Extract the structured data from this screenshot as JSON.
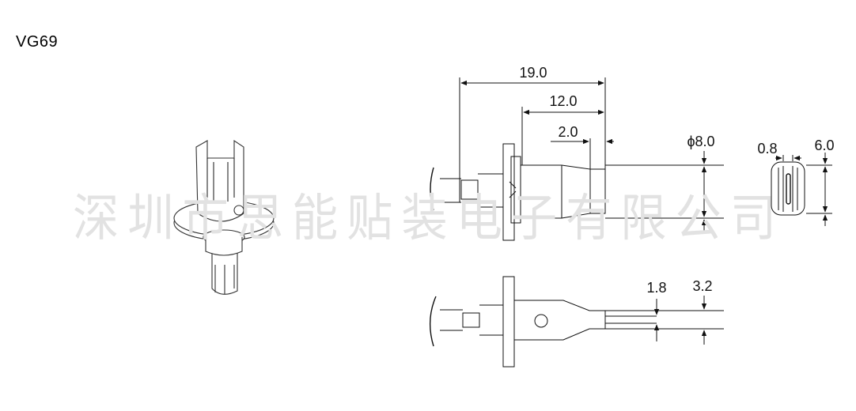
{
  "title": "VG69",
  "watermark": "深圳市思能贴装电子有限公司",
  "dimensions": {
    "overall_length": "19.0",
    "tip_length": "12.0",
    "tip_end": "2.0",
    "diameter": "ϕ8.0",
    "slot_width": "0.8",
    "tip_height": "6.0",
    "bottom_tip_inner": "1.8",
    "bottom_tip_outer": "3.2"
  },
  "colors": {
    "line": "#111111",
    "watermark": "#e2e2e2"
  }
}
